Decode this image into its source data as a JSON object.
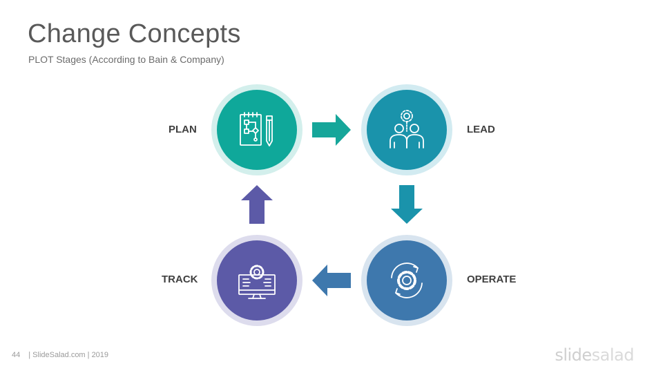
{
  "title": "Change Concepts",
  "subtitle": "PLOT Stages (According to Bain & Company)",
  "stages": [
    {
      "label": "PLAN",
      "icon": "flowchart-pencil-icon",
      "color": "#0fa89a",
      "ring": "#d3efec"
    },
    {
      "label": "LEAD",
      "icon": "team-gear-icon",
      "color": "#1a93ab",
      "ring": "#d2ebf1"
    },
    {
      "label": "OPERATE",
      "icon": "gear-cycle-icon",
      "color": "#3e78ad",
      "ring": "#d8e4ef"
    },
    {
      "label": "TRACK",
      "icon": "monitor-gear-icon",
      "color": "#5c5aa7",
      "ring": "#dddced"
    }
  ],
  "arrows": {
    "plan_to_lead": "#16a69a",
    "lead_to_operate": "#1a93ab",
    "operate_to_track": "#3e78ad",
    "track_to_plan": "#5c5aa7"
  },
  "footer": {
    "page_number": "44",
    "credit": "| SlideSalad.com | 2019"
  },
  "brand": {
    "part1": "slide",
    "part2": "salad"
  }
}
